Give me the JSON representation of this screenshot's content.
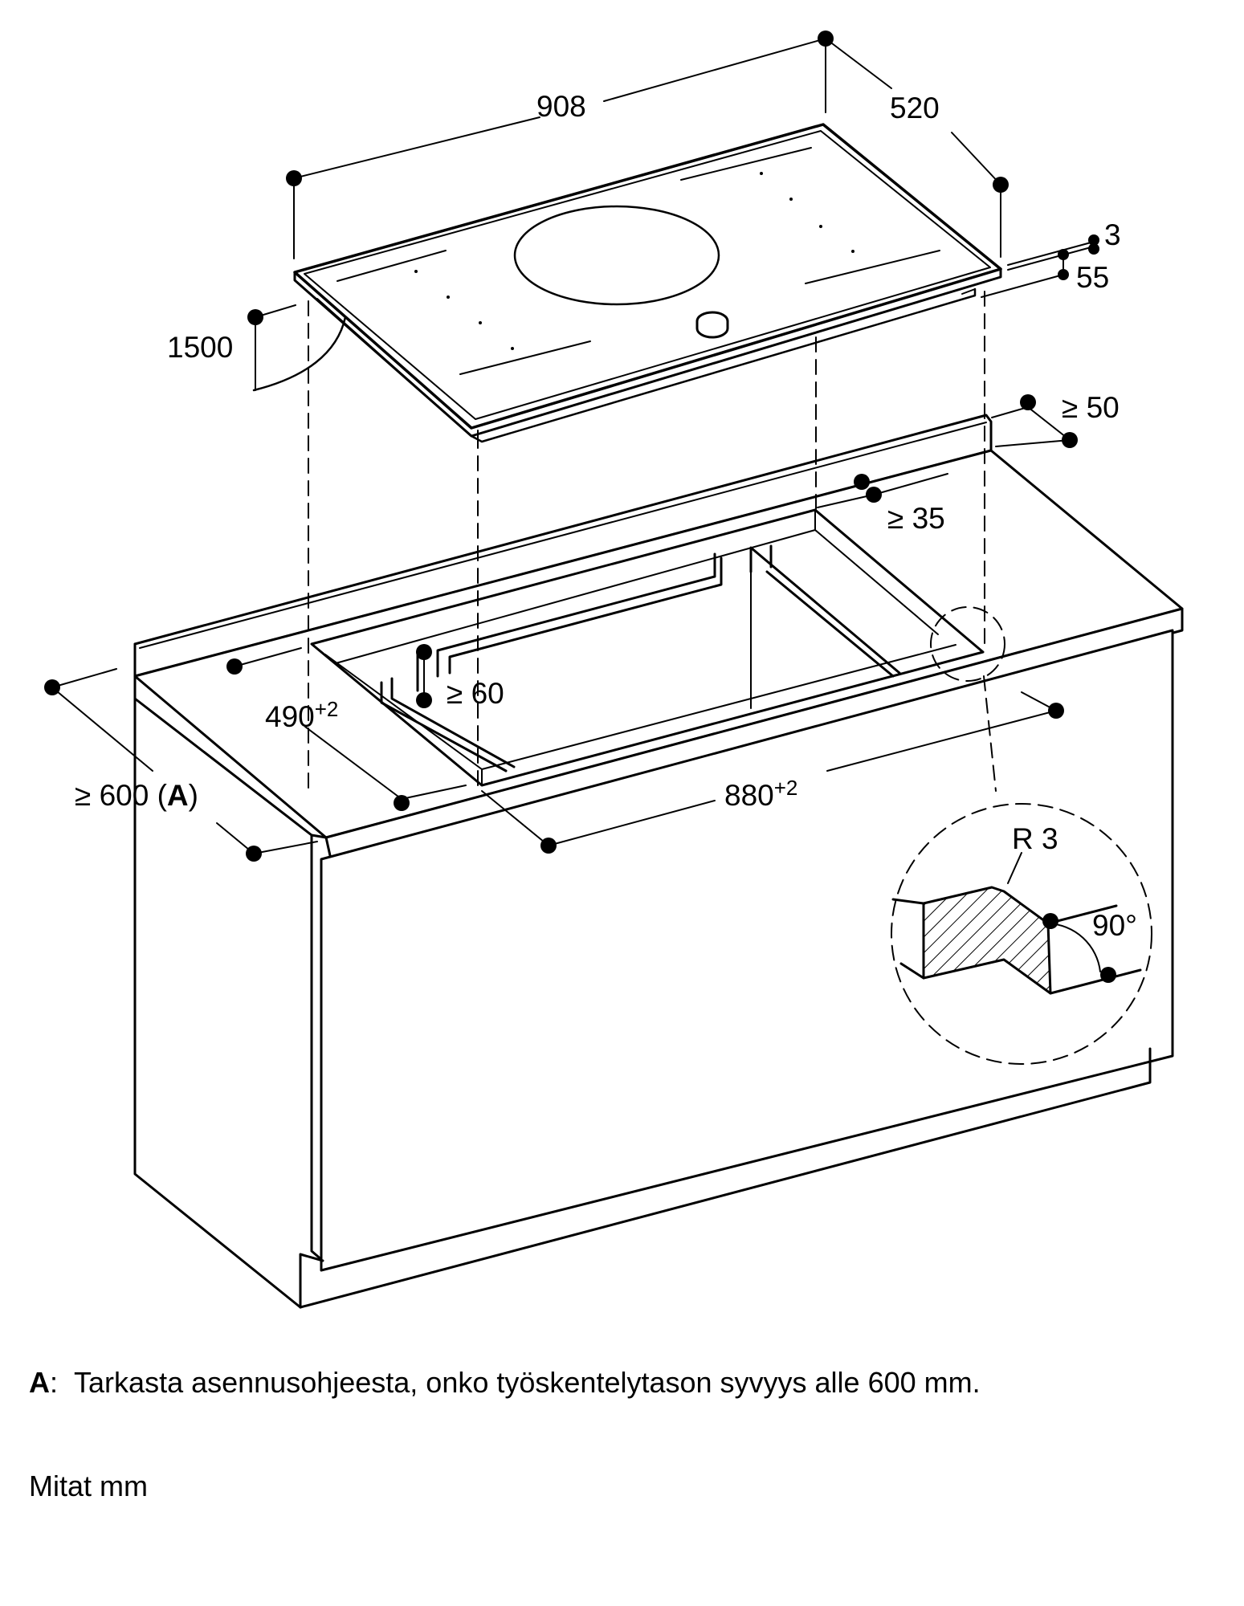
{
  "dimensions": {
    "width": "908",
    "depth": "520",
    "glass_thickness": "3",
    "height": "55",
    "cable": "1500",
    "rear_clearance": "≥ 50",
    "cutout_rear_gap": "≥ 35",
    "cutout_depth_base": "490",
    "cutout_depth_tol": "+2",
    "cutout_width_base": "880",
    "cutout_width_tol": "+2",
    "front_gap": "≥ 60",
    "worktop_depth_prefix": "≥ 600 (",
    "worktop_depth_ref": "A",
    "worktop_depth_suffix": ")"
  },
  "detail": {
    "radius": "R 3",
    "angle": "90°"
  },
  "note": {
    "key": "A",
    "separator": ":",
    "text": "Tarkasta asennusohjeesta, onko työskentelytason syvyys alle 600 mm."
  },
  "units_text": "Mitat mm",
  "colors": {
    "line": "#000000",
    "background": "#ffffff"
  }
}
